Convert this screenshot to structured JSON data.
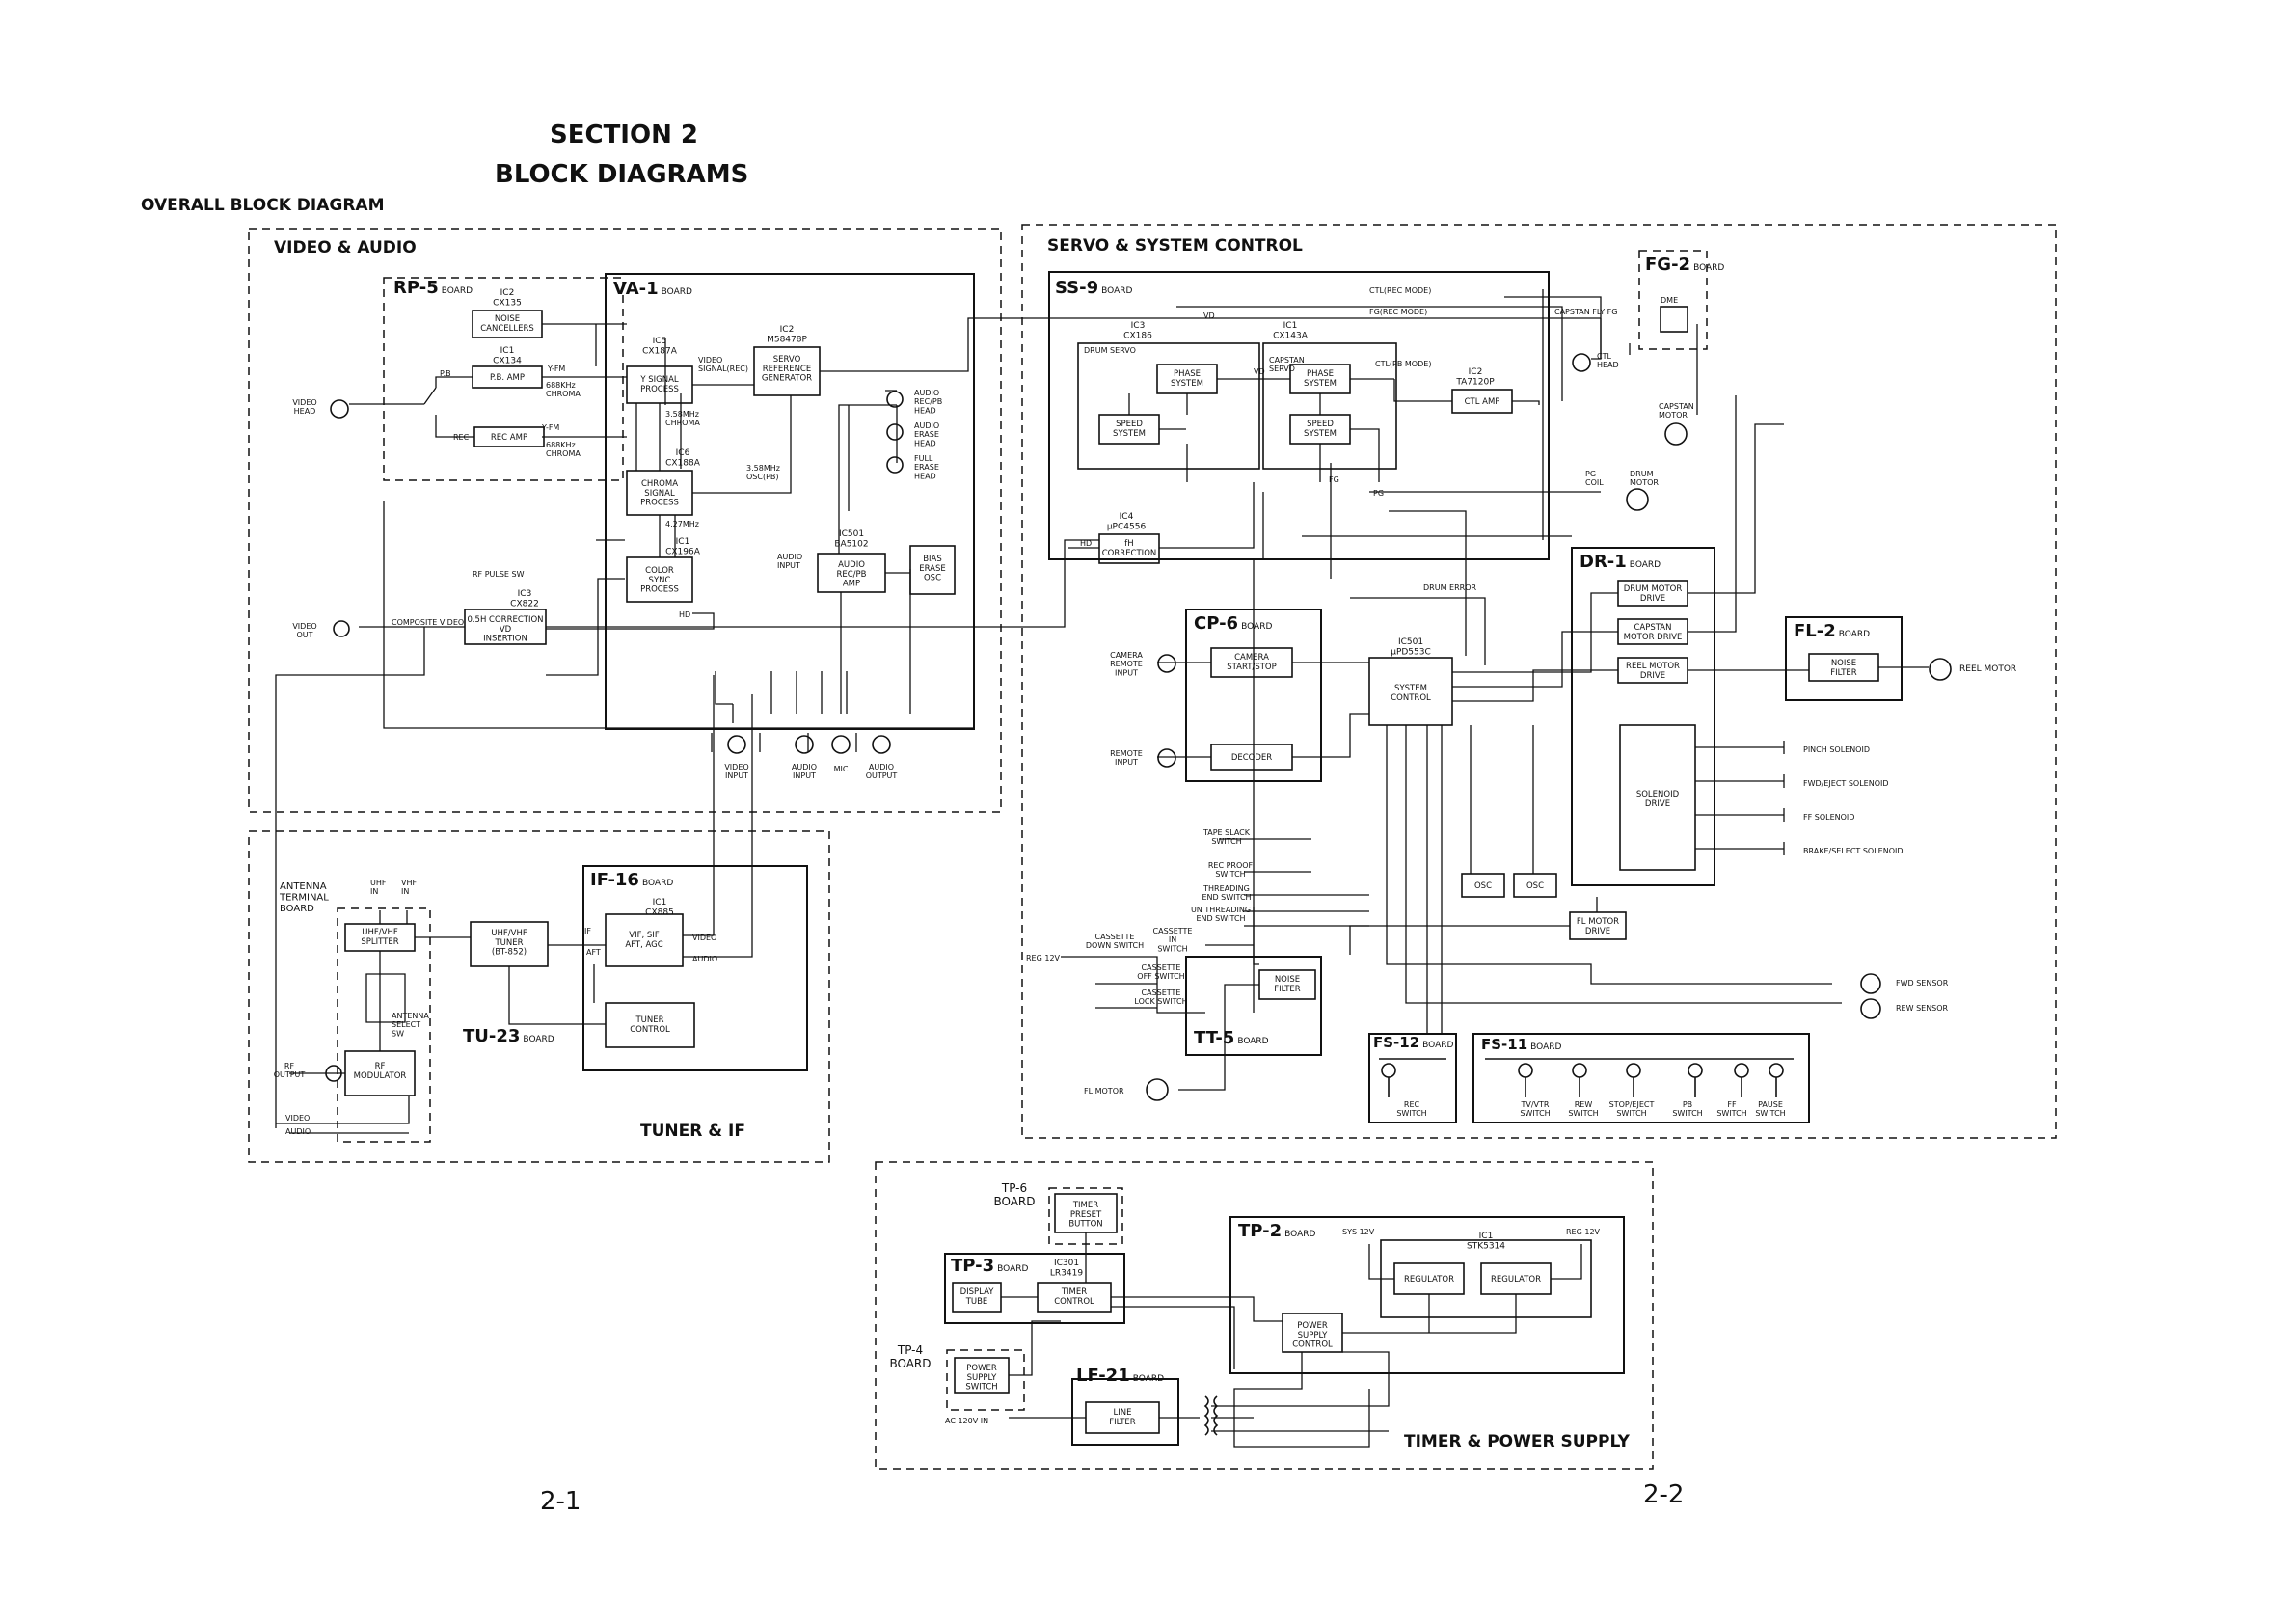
{
  "header": {
    "section": "SECTION 2",
    "title": "BLOCK DIAGRAMS",
    "subtitle": "OVERALL BLOCK DIAGRAM"
  },
  "footer": {
    "left_page": "2-1",
    "right_page": "2-2"
  },
  "regions": {
    "video_audio": "VIDEO & AUDIO",
    "servo": "SERVO & SYSTEM CONTROL",
    "tuner": "TUNER & IF",
    "timer": "TIMER & POWER SUPPLY"
  },
  "boards": {
    "rp5": [
      "RP-5",
      "BOARD"
    ],
    "va1": [
      "VA-1",
      "BOARD"
    ],
    "if16": [
      "IF-16",
      "BOARD"
    ],
    "tu23": [
      "TU-23",
      "BOARD"
    ],
    "ss9": [
      "SS-9",
      "BOARD"
    ],
    "fg2": [
      "FG-2",
      "BOARD"
    ],
    "cp6": [
      "CP-6",
      "BOARD"
    ],
    "dr1": [
      "DR-1",
      "BOARD"
    ],
    "fl2": [
      "FL-2",
      "BOARD"
    ],
    "tt5": [
      "TT-5",
      "BOARD"
    ],
    "fs12": [
      "FS-12",
      "BOARD"
    ],
    "fs11": [
      "FS-11",
      "BOARD"
    ],
    "tp3": [
      "TP-3",
      "BOARD"
    ],
    "tp2": [
      "TP-2",
      "BOARD"
    ],
    "lf21": [
      "LF-21",
      "BOARD"
    ]
  },
  "blocks": {
    "noise_canceller": [
      "NOISE",
      "CANCELLERS"
    ],
    "pb_amp": [
      "P.B. AMP"
    ],
    "rec_amp": [
      "REC AMP"
    ],
    "y_signal": [
      "Y SIGNAL",
      "PROCESS"
    ],
    "servo_ref": [
      "SERVO",
      "REFERENCE",
      "GENERATOR"
    ],
    "chroma": [
      "CHROMA",
      "SIGNAL",
      "PROCESS"
    ],
    "color_sync": [
      "COLOR",
      "SYNC",
      "PROCESS"
    ],
    "audio_amp": [
      "AUDIO",
      "REC/PB",
      "AMP"
    ],
    "bias_osc": [
      "BIAS",
      "ERASE",
      "OSC"
    ],
    "correction": [
      "0.5H CORRECTION",
      "VD",
      "INSERTION"
    ],
    "uhf_splitter": [
      "UHF/VHF",
      "SPLITTER"
    ],
    "tuner": [
      "UHF/VHF",
      "TUNER",
      "(BT-852)"
    ],
    "vif": [
      "VIF, SIF",
      "AFT, AGC"
    ],
    "tuner_control": [
      "TUNER",
      "CONTROL"
    ],
    "rf_mod": [
      "RF",
      "MODULATOR"
    ],
    "phase1": [
      "PHASE",
      "SYSTEM"
    ],
    "speed1": [
      "SPEED",
      "SYSTEM"
    ],
    "phase2": [
      "PHASE",
      "SYSTEM"
    ],
    "speed2": [
      "SPEED",
      "SYSTEM"
    ],
    "ctl_amp": [
      "CTL AMP"
    ],
    "fh_corr": [
      "fH",
      "CORRECTION"
    ],
    "camera": [
      "CAMERA",
      "START/STOP"
    ],
    "decoder": [
      "DECODER"
    ],
    "system_control": [
      "SYSTEM",
      "CONTROL"
    ],
    "drum_drive": [
      "DRUM MOTOR",
      "DRIVE"
    ],
    "capstan_drive": [
      "CAPSTAN",
      "MOTOR DRIVE"
    ],
    "reel_drive": [
      "REEL MOTOR",
      "DRIVE"
    ],
    "noise_filter_fl2": [
      "NOISE",
      "FILTER"
    ],
    "solenoid_drive": [
      "SOLENOID",
      "DRIVE"
    ],
    "osc1": [
      "OSC"
    ],
    "osc2": [
      "OSC"
    ],
    "fl_motor_drive": [
      "FL MOTOR",
      "DRIVE"
    ],
    "noise_filter_tt5": [
      "NOISE",
      "FILTER"
    ],
    "timer_preset": [
      "TIMER",
      "PRESET",
      "BUTTON"
    ],
    "display_tube": [
      "DISPLAY",
      "TUBE"
    ],
    "timer_control": [
      "TIMER",
      "CONTROL"
    ],
    "power_switch": [
      "POWER",
      "SUPPLY",
      "SWITCH"
    ],
    "line_filter": [
      "LINE",
      "FILTER"
    ],
    "power_control": [
      "POWER",
      "SUPPLY",
      "CONTROL"
    ],
    "regulator1": [
      "REGULATOR"
    ],
    "regulator2": [
      "REGULATOR"
    ]
  },
  "ic_labels": {
    "ic2_rp5": [
      "IC2",
      "CX135"
    ],
    "ic1_rp5": [
      "IC1",
      "CX134"
    ],
    "ic5": [
      "IC5",
      "CX187A"
    ],
    "ic2_va1": [
      "IC2",
      "M58478P"
    ],
    "ic6": [
      "IC6",
      "CX188A"
    ],
    "ic1_va1": [
      "IC1",
      "CX196A"
    ],
    "ic501_va1": [
      "IC501",
      "BA5102"
    ],
    "ic3_va1": [
      "IC3",
      "CX822"
    ],
    "ic1_if16": [
      "IC1",
      "CX885"
    ],
    "ic3_ss9": [
      "IC3",
      "CX186"
    ],
    "ic1_ss9": [
      "IC1",
      "CX143A"
    ],
    "ic2_ss9": [
      "IC2",
      "TA7120P"
    ],
    "ic4_ss9": [
      "IC4",
      "μPC4556"
    ],
    "ic501_ss9": [
      "IC501",
      "μPD553C"
    ],
    "ic301": [
      "IC301",
      "LR3419"
    ],
    "ic1_tp2": [
      "IC1",
      "STK5314"
    ]
  },
  "labels": {
    "drum_servo": "DRUM SERVO",
    "capstan_servo": "CAPSTAN\nSERVO",
    "video_head": "VIDEO\nHEAD",
    "video_out": "VIDEO\nOUT",
    "rf_pulse_sw": "RF PULSE SW",
    "composite_video": "COMPOSITE VIDEO",
    "pb": "P.B",
    "rec": "REC",
    "yfm1": "Y-FM",
    "yfm2": "Y-FM",
    "chroma688a": "688KHz\nCHROMA",
    "chroma688b": "688KHz\nCHROMA",
    "chroma358": "3.58MHz\nCHROMA",
    "video_signal_rec": "VIDEO\nSIGNAL(REC)",
    "osc_pb": "3.58MHz\nOSC(PB)",
    "mhz427": "4.27MHz",
    "hd_va1": "HD",
    "audio_input_int": "AUDIO\nINPUT",
    "audio_rec_head": "AUDIO\nREC/PB\nHEAD",
    "audio_erase_head": "AUDIO\nERASE\nHEAD",
    "full_erase_head": "FULL\nERASE\nHEAD",
    "video_input": "VIDEO\nINPUT",
    "audio_input": "AUDIO\nINPUT",
    "mic": "MIC",
    "audio_output": "AUDIO\nOUTPUT",
    "antenna_terminal": "ANTENNA\nTERMINAL\nBOARD",
    "uhf_in": "UHF\nIN",
    "vhf_in": "VHF\nIN",
    "rf_output": "RF\nOUTPUT",
    "antenna_select": "ANTENNA\nSELECT\nSW",
    "if_lbl": "IF",
    "aft_lbl": "AFT",
    "video_if": "VIDEO",
    "audio_if": "AUDIO",
    "video_bus": "VIDEO",
    "audio_bus": "AUDIO",
    "ctl_rec_mode": "CTL(REC MODE)",
    "fg_rec_mode": "FG(REC MODE)",
    "capstan_fly_fg": "CAPSTAN FLY FG",
    "ctl_pb_mode": "CTL(PB MODE)",
    "vd1": "VD",
    "vd2": "VD",
    "ctl_head": "CTL\nHEAD",
    "dme": "DME",
    "capstan_motor": "CAPSTAN\nMOTOR",
    "pg_coil": "PG\nCOIL",
    "drum_motor": "DRUM\nMOTOR",
    "pg": "PG",
    "fg": "FG",
    "hd_ss9": "HD",
    "drum_error": "DRUM ERROR",
    "camera_remote": "CAMERA\nREMOTE\nINPUT",
    "remote_input": "REMOTE\nINPUT",
    "reel_motor": "REEL MOTOR",
    "pinch_solenoid": "PINCH SOLENOID",
    "fwd_eject_solenoid": "FWD/EJECT SOLENOID",
    "ff_solenoid": "FF SOLENOID",
    "brake_select_solenoid": "BRAKE/SELECT SOLENOID",
    "tape_slack": "TAPE SLACK\nSWITCH",
    "rec_proof": "REC PROOF\nSWITCH",
    "threading_end": "THREADING\nEND SWITCH",
    "un_threading": "UN THREADING\nEND SWITCH",
    "cassette_down": "CASSETTE\nDOWN SWITCH",
    "cassette_in": "CASSETTE\nIN\nSWITCH",
    "cassette_off": "CASSETTE\nOFF SWITCH",
    "cassette_lock": "CASSETTE\nLOCK SWITCH",
    "reg12v_servo": "REG 12V",
    "fwd_sensor": "FWD SENSOR",
    "rew_sensor": "REW SENSOR",
    "fl_motor": "FL MOTOR",
    "rec_switch": "REC\nSWITCH",
    "tv_vtr_switch": "TV/VTR\nSWITCH",
    "rew_switch": "REW\nSWITCH",
    "stop_eject_switch": "STOP/EJECT\nSWITCH",
    "pb_switch": "PB\nSWITCH",
    "ff_switch": "FF\nSWITCH",
    "pause_switch": "PAUSE\nSWITCH",
    "tp6_board": "TP-6\nBOARD",
    "tp4_board": "TP-4\nBOARD",
    "ac120": "AC 120V IN",
    "sys12v": "SYS 12V",
    "reg12v_tp2": "REG 12V"
  }
}
